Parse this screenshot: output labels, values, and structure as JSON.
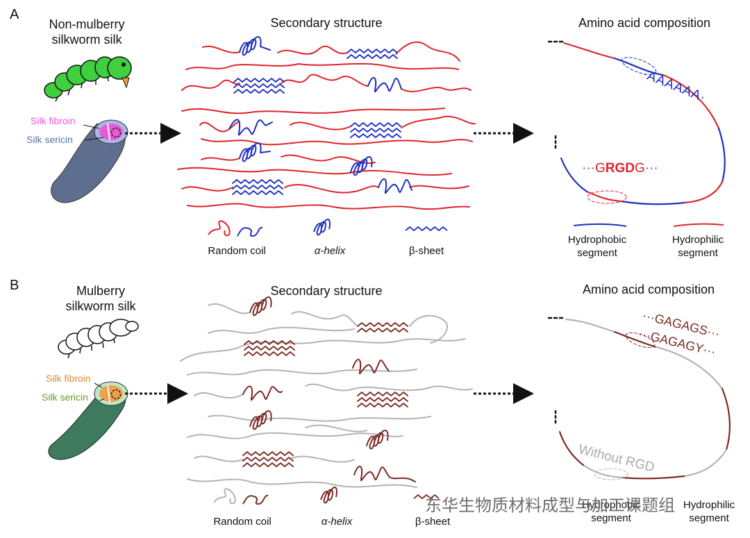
{
  "panel_a": {
    "letter": "A",
    "organism_title_line1": "Non-mulberry",
    "organism_title_line2": "silkworm silk",
    "fibroin_label": "Silk fibroin",
    "sericin_label": "Silk sericin",
    "secondary_title": "Secondary structure",
    "amino_title": "Amino acid composition",
    "motif_1": "·AAAAAA·",
    "motif_2_prefix": "···G",
    "motif_2_bold": "RGD",
    "motif_2_suffix": "G···",
    "legend_random_coil": "Random coil",
    "legend_alpha_helix": "α-helix",
    "legend_beta_sheet": "β-sheet",
    "legend_hydrophobic_line1": "Hydrophobic",
    "legend_hydrophobic_line2": "segment",
    "legend_hydrophilic_line1": "Hydrophilic",
    "legend_hydrophilic_line2": "segment",
    "colors": {
      "coil": "#e0232a",
      "ordered": "#1d2fbf",
      "fibroin": "#e75ad6",
      "sericin_ring": "#a9b8e6",
      "cocoon": "#5e6e8e",
      "worm": "#3fcf3f"
    }
  },
  "panel_b": {
    "letter": "B",
    "organism_title_line1": "Mulberry",
    "organism_title_line2": "silkworm silk",
    "fibroin_label": "Silk fibroin",
    "sericin_label": "Silk sericin",
    "secondary_title": "Secondary structure",
    "amino_title": "Amino acid composition",
    "motif_1": "···GAGAGS···",
    "motif_2": "···GAGAGY···",
    "motif_3": "Without RGD",
    "legend_random_coil": "Random coil",
    "legend_alpha_helix": "α-helix",
    "legend_beta_sheet": "β-sheet",
    "legend_hydrophobic_line1": "Hydrophobic",
    "legend_hydrophobic_line2": "segment",
    "legend_hydrophilic_line1": "Hydrophilic",
    "legend_hydrophilic_line2": "segment",
    "colors": {
      "coil": "#b3b3b3",
      "ordered": "#7a2a25",
      "fibroin": "#f0a04a",
      "sericin_ring": "#bde9c9",
      "cocoon": "#3e7a5e",
      "sericin_text": "#6b9a1e",
      "fibroin_text": "#e28a2a"
    }
  },
  "watermark": "东华生物质材料成型与加工课题组"
}
